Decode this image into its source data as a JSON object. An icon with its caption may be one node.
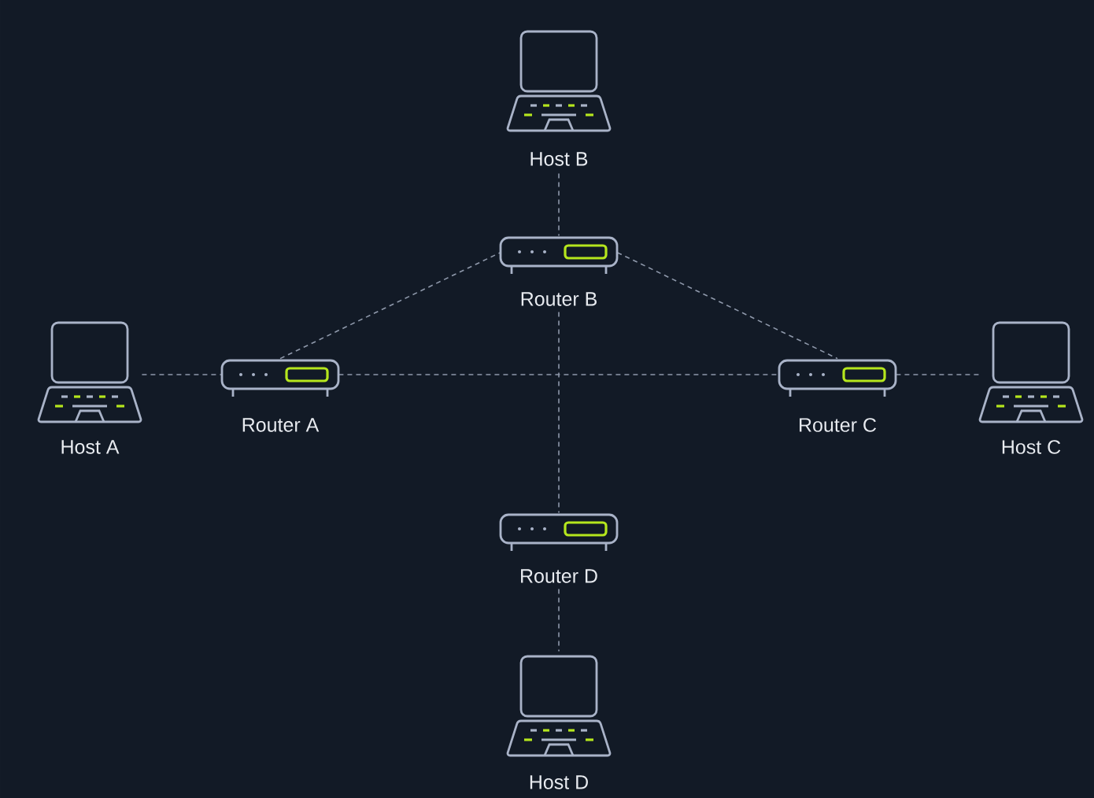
{
  "diagram": {
    "nodes": [
      {
        "text": [
          "Host B"
        ]
      },
      {
        "text": [
          "Router B"
        ]
      },
      {
        "text": [
          "Host A"
        ]
      },
      {
        "text": [
          "Router A"
        ]
      },
      {
        "text": [
          "Router C"
        ]
      },
      {
        "text": [
          "Host C"
        ]
      },
      {
        "text": [
          "Router D"
        ]
      },
      {
        "text": [
          "Host D"
        ]
      }
    ],
    "edges": [
      {
        "from": 2,
        "to": 3,
        "arrow": "none"
      },
      {
        "from": 3,
        "to": 1,
        "arrow": "none"
      },
      {
        "from": 1,
        "to": 4,
        "arrow": "none"
      },
      {
        "from": 3,
        "to": 4,
        "arrow": "none"
      },
      {
        "from": 4,
        "to": 5,
        "arrow": "none"
      },
      {
        "from": 0,
        "to": 1,
        "arrow": "none"
      },
      {
        "from": 1,
        "to": 6,
        "arrow": "none"
      },
      {
        "from": 6,
        "to": 7,
        "arrow": "none"
      }
    ]
  }
}
